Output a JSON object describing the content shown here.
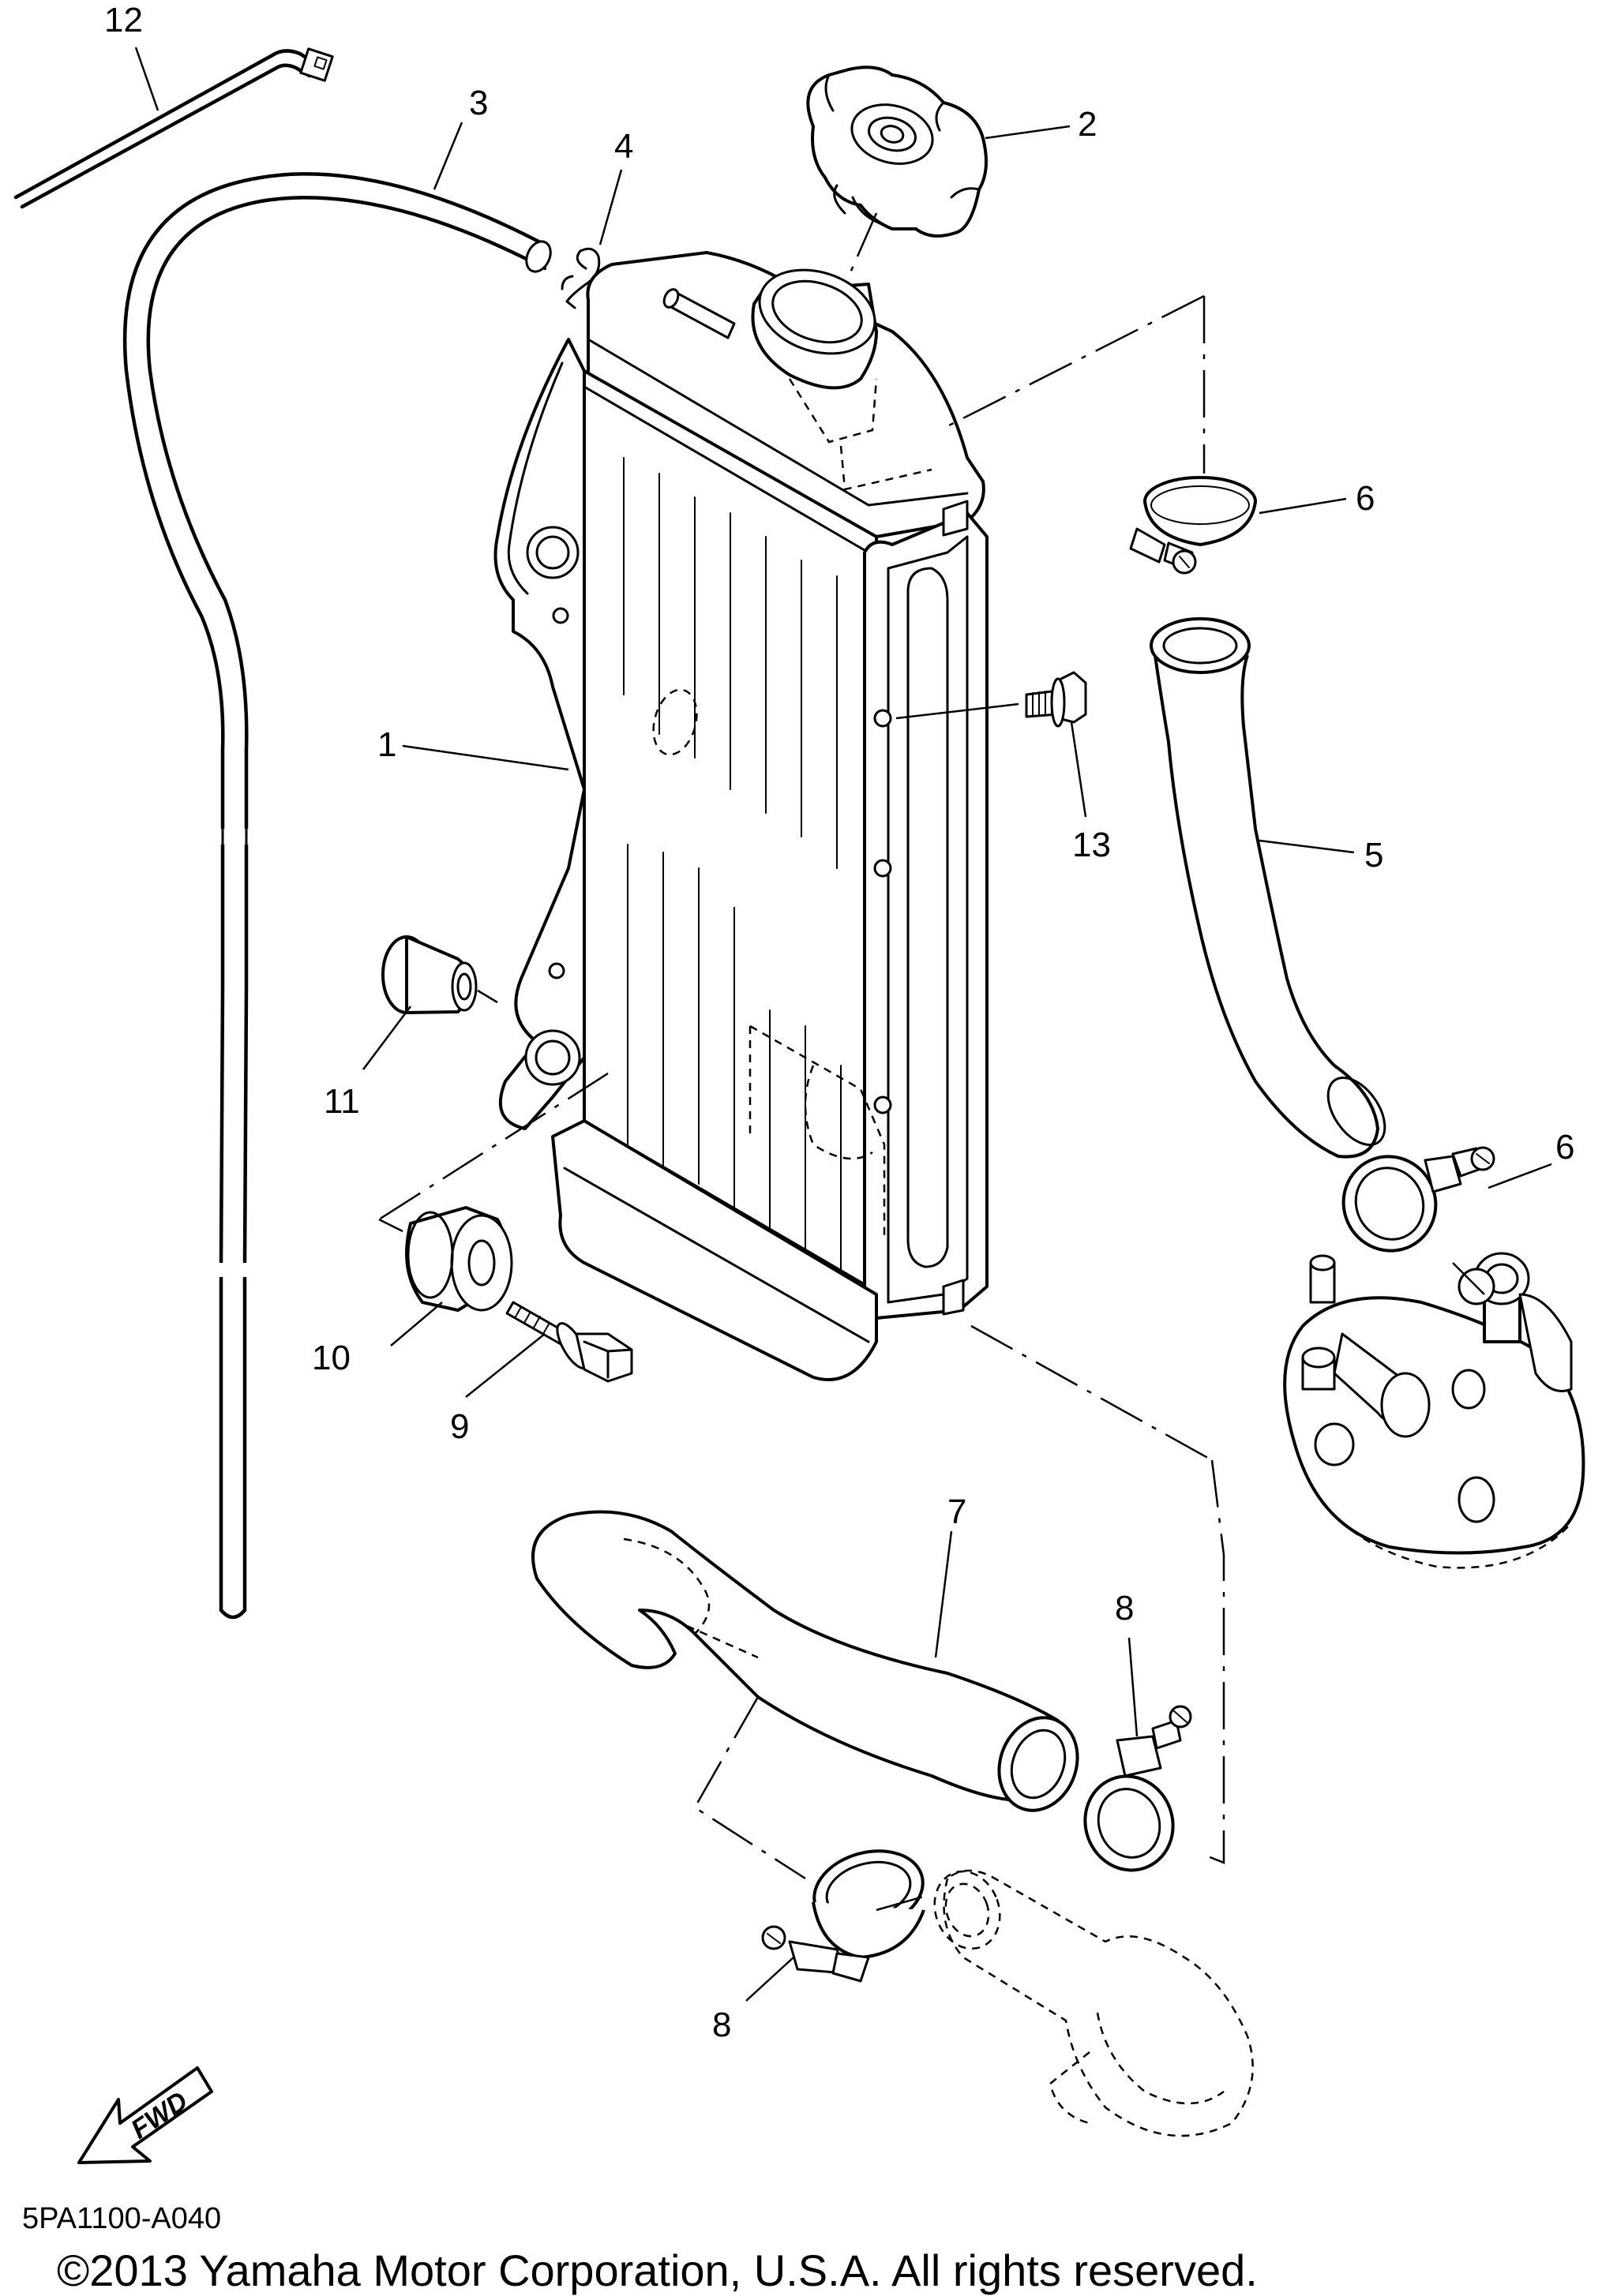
{
  "callouts": [
    {
      "id": "1",
      "label": "1"
    },
    {
      "id": "2",
      "label": "2"
    },
    {
      "id": "3",
      "label": "3"
    },
    {
      "id": "4",
      "label": "4"
    },
    {
      "id": "5",
      "label": "5"
    },
    {
      "id": "6a",
      "label": "6"
    },
    {
      "id": "6b",
      "label": "6"
    },
    {
      "id": "7",
      "label": "7"
    },
    {
      "id": "8a",
      "label": "8"
    },
    {
      "id": "8b",
      "label": "8"
    },
    {
      "id": "9",
      "label": "9"
    },
    {
      "id": "10",
      "label": "10"
    },
    {
      "id": "11",
      "label": "11"
    },
    {
      "id": "12",
      "label": "12"
    },
    {
      "id": "13",
      "label": "13"
    }
  ],
  "fwd_label": "FWD",
  "diagram_code": "5PA1100-A040",
  "copyright": "©2013 Yamaha Motor Corporation, U.S.A. All rights reserved."
}
